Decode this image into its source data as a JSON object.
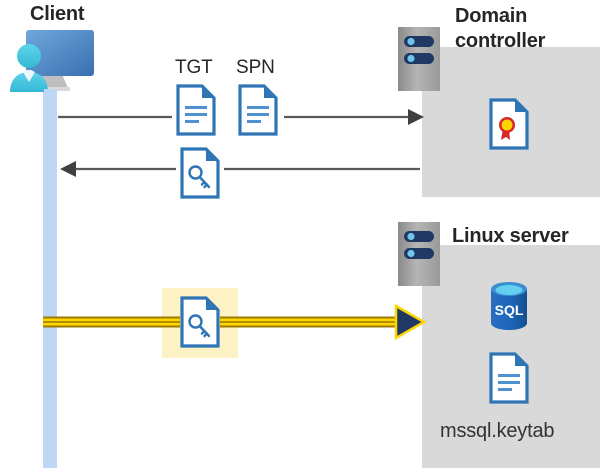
{
  "diagram": {
    "type": "sequence-diagram",
    "description": "Kerberos authentication flow between a client, a domain controller and a Linux server hosting SQL Server",
    "colors": {
      "panel_gray": "#d9d9d9",
      "lifeline_blue": "#bdd7f5",
      "highlight_yellow": "#fdf2c6",
      "arrow_yellow": "#ffd700",
      "arrow_gray": "#595959",
      "doc_blue": "#2e75b6",
      "title_dark": "#262626"
    }
  },
  "client": {
    "title": "Client",
    "icon": "user-computer-icon",
    "lifeline": "client-lifeline"
  },
  "domain_controller": {
    "title": "Domain\ncontroller",
    "server_icon": "server-icon",
    "contents": [
      {
        "icon": "certificate-icon",
        "name": "certificate"
      }
    ]
  },
  "linux_server": {
    "title": "Linux server",
    "server_icon": "server-icon",
    "contents": [
      {
        "icon": "sql-database-icon",
        "name": "SQL",
        "label": "SQL"
      },
      {
        "icon": "document-icon",
        "name": "keytab-file",
        "label": "mssql.keytab"
      }
    ]
  },
  "messages": [
    {
      "id": "request",
      "labels": [
        "TGT",
        "SPN"
      ],
      "icons": [
        "document-icon",
        "document-icon"
      ],
      "direction": "right",
      "style": "gray"
    },
    {
      "id": "response",
      "labels": [],
      "icons": [
        "key-document-icon"
      ],
      "direction": "left",
      "style": "gray"
    },
    {
      "id": "service-ticket",
      "labels": [],
      "icons": [
        "key-document-icon"
      ],
      "direction": "right",
      "style": "yellow-highlighted"
    }
  ],
  "labels": {
    "tgt": "TGT",
    "spn": "SPN",
    "sql": "SQL",
    "keytab": "mssql.keytab"
  }
}
